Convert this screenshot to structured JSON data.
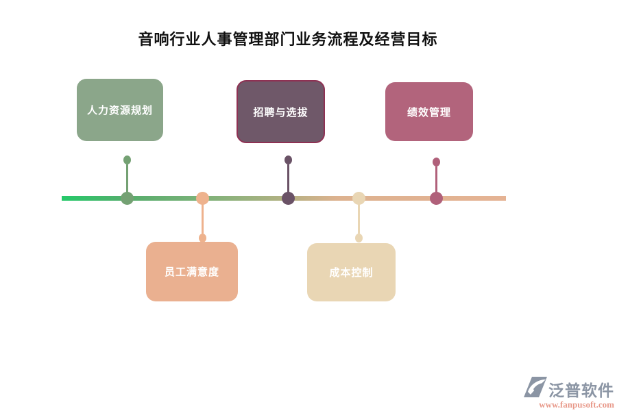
{
  "title": "音响行业人事管理部门业务流程及经营目标",
  "timeline": {
    "gradient": [
      "#25c96a",
      "#56ad6c",
      "#7db279",
      "#b5b183",
      "#ddb28f",
      "#e5b394"
    ]
  },
  "nodes": [
    {
      "label": "人力资源规划",
      "side": "top",
      "fill": "#8ba68a",
      "accent": "#74a173"
    },
    {
      "label": "招聘与选拔",
      "side": "top",
      "fill": "#6f5869",
      "border": "#8e3153",
      "accent": "#6a5266"
    },
    {
      "label": "绩效管理",
      "side": "top",
      "fill": "#b2647c",
      "accent": "#b0607a"
    },
    {
      "label": "员工满意度",
      "side": "bottom",
      "fill": "#eab090",
      "accent": "#eeb28d"
    },
    {
      "label": "成本控制",
      "side": "bottom",
      "fill": "#e9d6b4",
      "accent": "#e9d6b4"
    }
  ],
  "watermark": {
    "brand": "泛普软件",
    "url": "www.fanpusoft.com",
    "brand_color": "#8b95a4",
    "url_color": "#e8998a"
  }
}
